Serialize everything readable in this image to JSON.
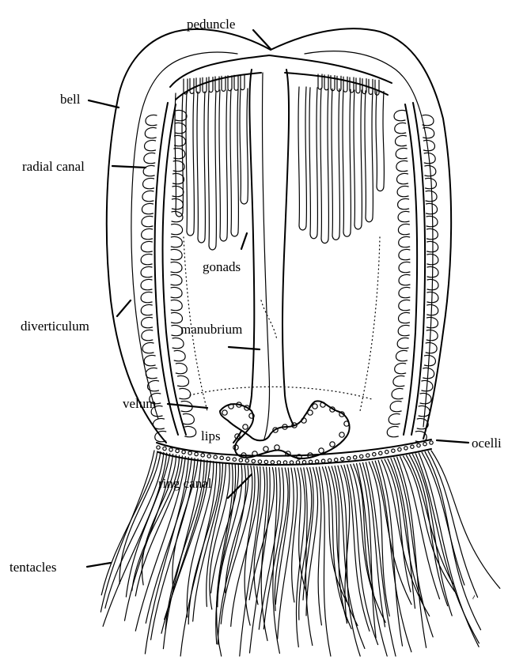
{
  "figure": {
    "subject": "hydromedusa anatomy line drawing",
    "labels": {
      "peduncle": "peduncle",
      "bell": "bell",
      "radial_canal": "radial canal",
      "gonads": "gonads",
      "diverticulum": "diverticulum",
      "manubrium": "manubrium",
      "velum": "velum",
      "lips": "lips",
      "ocelli": "ocelli",
      "ring_canal": "ring canal",
      "tentacles": "tentacles"
    },
    "colors": {
      "ink": "#000000",
      "paper": "#ffffff"
    }
  }
}
